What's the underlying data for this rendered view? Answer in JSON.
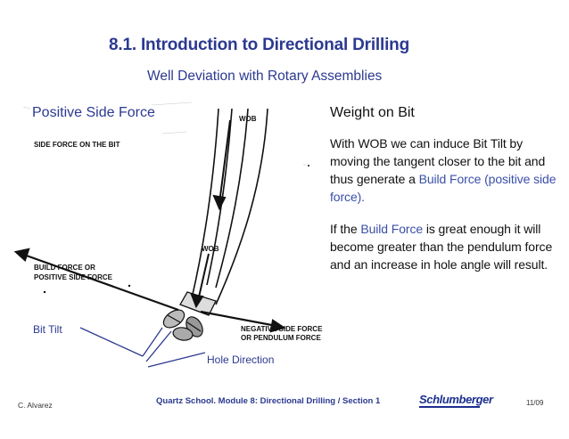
{
  "header": {
    "title": "8.1.   Introduction to Directional Drilling",
    "subtitle": "Well Deviation with Rotary Assemblies"
  },
  "figure": {
    "label_positive_side_force": "Positive Side Force",
    "label_bit_tilt": "Bit Tilt",
    "label_hole_direction": "Hole Direction",
    "diagram_text": {
      "side_force_on_bit": "SIDE FORCE ON THE  BIT",
      "wob_top": "WOB",
      "wob_mid": "WOB",
      "build_force_1": "BUILD FORCE OR",
      "build_force_2": "POSITIVE SIDE FORCE",
      "negative_1": "NEGATIVE SIDE FORCE",
      "negative_2": "OR PENDULUM FORCE"
    }
  },
  "content": {
    "heading": "Weight on Bit",
    "para1_a": "With WOB we can induce Bit Tilt by moving the tangent closer to the bit and thus generate a ",
    "para1_blue": "Build Force (positive side force).",
    "para2_a": "If the ",
    "para2_blue": "Build Force",
    "para2_b": " is great enough it will become greater than the pendulum force and an increase in hole angle will result."
  },
  "footer": {
    "author": "C. Alvarez",
    "course": "Quartz School.  Module 8: Directional Drilling / Section 1",
    "logo": "Schlumberger",
    "page": "11/09"
  }
}
